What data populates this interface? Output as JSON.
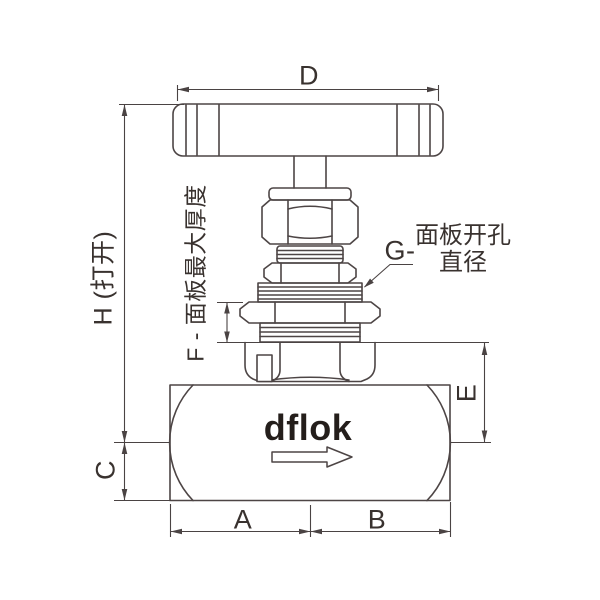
{
  "drawing": {
    "brand": "dflok",
    "labels": {
      "d": "D",
      "h": "H (打开)",
      "f": "F - 面板最大厚度",
      "c": "C",
      "e": "E",
      "a": "A",
      "b": "B",
      "g": "G-",
      "g_note_line1": "面板开孔",
      "g_note_line2": "直径"
    },
    "colors": {
      "line": "#4d4545",
      "dimension": "#4a4343",
      "text": "#39322f",
      "brand_text": "#241e1b",
      "background": "#ffffff"
    }
  }
}
